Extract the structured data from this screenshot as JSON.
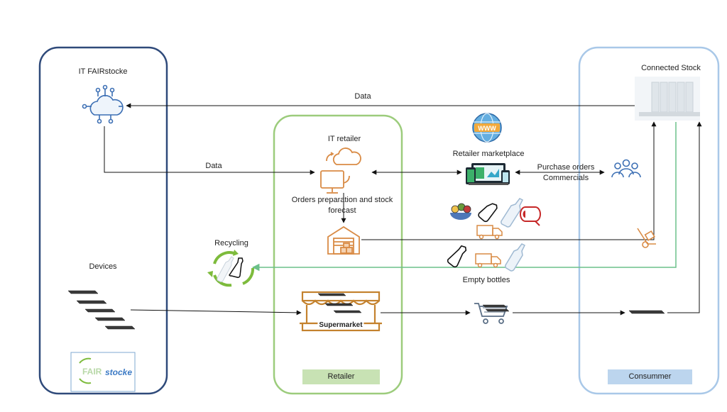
{
  "panels": {
    "left": {
      "title": "IT FAIRstocke",
      "devices_label": "Devices",
      "logo_text_a": "FAIR",
      "logo_text_b": "stocke"
    },
    "middle": {
      "it_label": "IT retailer",
      "orders_label": "Orders preparation and stock forecast",
      "supermarket_label": "Supermarket",
      "footer": "Retailer"
    },
    "right": {
      "title": "Connected Stock",
      "footer": "Consummer"
    }
  },
  "flows": {
    "data_top": "Data",
    "data_mid": "Data",
    "marketplace": "Retailer marketplace",
    "purchase_orders": "Purchase orders",
    "commercials": "Commercials",
    "recycling": "Recycling",
    "empty_bottles": "Empty bottles",
    "www": "WWW"
  },
  "colors": {
    "left_border": "#2f4a7a",
    "middle_border": "#9ccc7c",
    "right_border": "#a9c8e8",
    "retailer_bg": "#c8e2b4",
    "consumer_bg": "#bcd5ee",
    "icon_orange": "#d98b45",
    "icon_blue": "#3c6fb4",
    "recycle_green": "#7dbb3c",
    "return_line": "#6cc08a"
  }
}
